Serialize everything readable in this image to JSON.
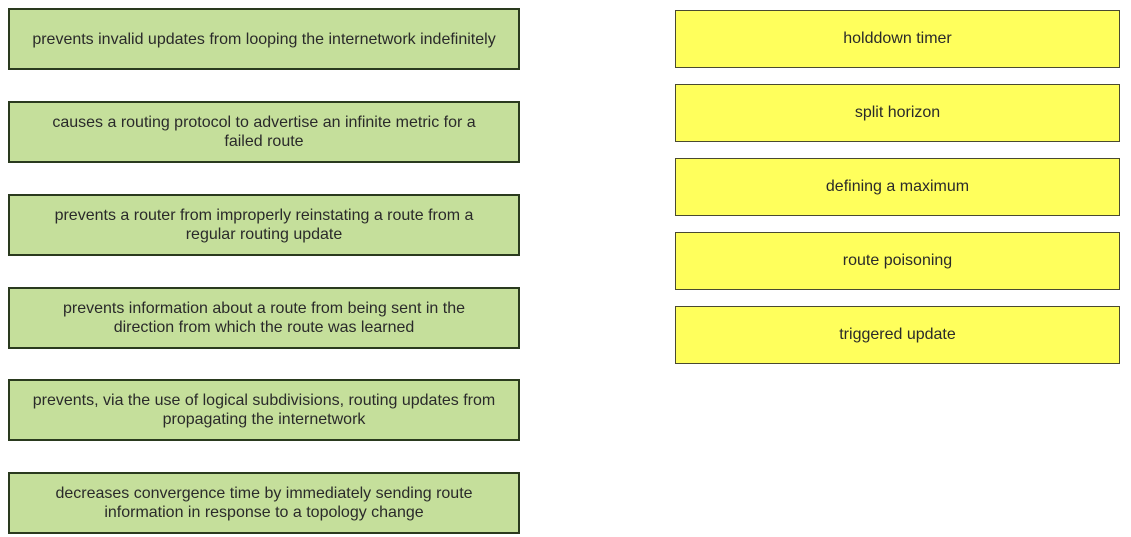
{
  "descriptions": [
    "prevents invalid updates from looping the internetwork indefinitely",
    "causes a routing protocol to advertise an infinite metric for a failed route",
    "prevents a router from improperly reinstating a route from a regular routing update",
    "prevents information about a route from being sent in the direction from which the route was learned",
    "prevents, via the use of logical subdivisions, routing updates from propagating the internetwork",
    "decreases convergence time by immediately sending route information in response to a topology change"
  ],
  "terms": [
    "holddown timer",
    "split horizon",
    "defining a maximum",
    "route poisoning",
    "triggered update"
  ],
  "colors": {
    "description_bg": "#c5df9b",
    "term_bg": "#ffff5c"
  }
}
